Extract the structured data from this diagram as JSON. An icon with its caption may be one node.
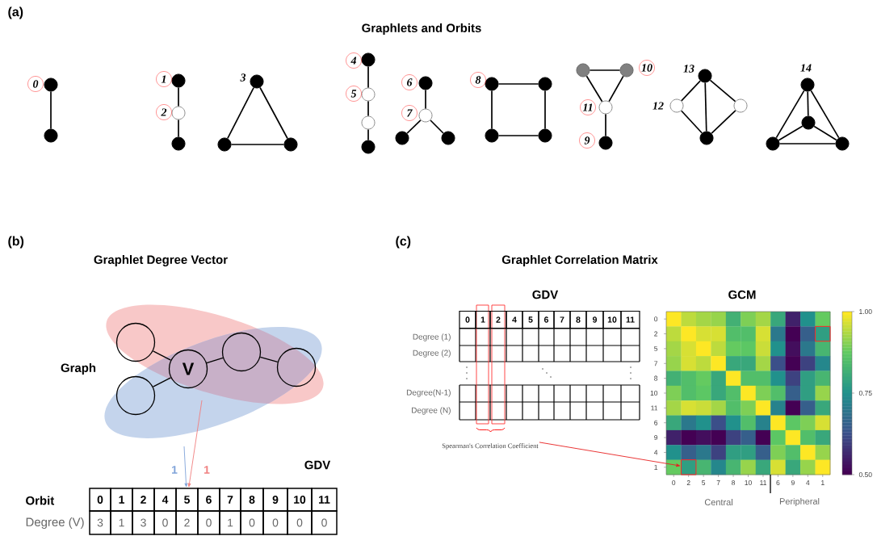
{
  "diagram": {
    "nodes": [
      {
        "text": [],
        "shape": "circle",
        "beside": [
          "0"
        ]
      },
      {
        "text": [],
        "shape": "circle"
      },
      {
        "text": [],
        "shape": "circle",
        "beside": [
          "1"
        ]
      },
      {
        "text": [],
        "shape": "circle",
        "beside": [
          "2"
        ]
      },
      {
        "text": [],
        "shape": "circle"
      },
      {
        "text": [],
        "shape": "circle",
        "beside": [
          "3"
        ]
      },
      {
        "text": [],
        "shape": "circle"
      },
      {
        "text": [],
        "shape": "circle"
      },
      {
        "text": [],
        "shape": "circle",
        "beside": [
          "4"
        ]
      },
      {
        "text": [],
        "shape": "circle",
        "beside": [
          "5"
        ]
      },
      {
        "text": [],
        "shape": "circle"
      },
      {
        "text": [],
        "shape": "circle"
      },
      {
        "text": [],
        "shape": "circle",
        "beside": [
          "6"
        ]
      },
      {
        "text": [],
        "shape": "circle",
        "beside": [
          "7"
        ]
      },
      {
        "text": [],
        "shape": "circle"
      },
      {
        "text": [],
        "shape": "circle"
      },
      {
        "text": [],
        "shape": "circle",
        "beside": [
          "8"
        ]
      },
      {
        "text": [],
        "shape": "circle"
      },
      {
        "text": [],
        "shape": "circle"
      },
      {
        "text": [],
        "shape": "circle"
      },
      {
        "text": [],
        "shape": "circle"
      },
      {
        "text": [],
        "shape": "circle",
        "beside": [
          "10"
        ]
      },
      {
        "text": [],
        "shape": "circle",
        "beside": [
          "11"
        ]
      },
      {
        "text": [],
        "shape": "circle",
        "beside": [
          "9"
        ]
      },
      {
        "text": [],
        "shape": "circle",
        "beside": [
          "13"
        ]
      },
      {
        "text": [],
        "shape": "circle",
        "beside": [
          "12"
        ]
      },
      {
        "text": [],
        "shape": "circle"
      },
      {
        "text": [],
        "shape": "circle"
      },
      {
        "text": [],
        "shape": "circle",
        "beside": [
          "14"
        ]
      },
      {
        "text": [],
        "shape": "circle"
      },
      {
        "text": [],
        "shape": "circle"
      },
      {
        "text": [],
        "shape": "circle"
      },
      {
        "text": [],
        "shape": "circle"
      },
      {
        "text": [],
        "shape": "circle"
      },
      {
        "text": [
          "V"
        ]
      },
      {
        "text": [],
        "shape": "circle"
      },
      {
        "text": [],
        "shape": "circle"
      },
      {
        "text": [
          "5"
        ]
      },
      {
        "text": [
          "Spearman's Correlation Coefficient"
        ]
      },
      {
        "text": [],
        "shape": "box"
      },
      {
        "text": [],
        "shape": "box"
      }
    ],
    "edges": [
      {
        "from": 0,
        "to": 1,
        "arrow": "none"
      },
      {
        "from": 2,
        "to": 3,
        "arrow": "none"
      },
      {
        "from": 3,
        "to": 4,
        "arrow": "none"
      },
      {
        "from": 5,
        "to": 6,
        "arrow": "none"
      },
      {
        "from": 5,
        "to": 7,
        "arrow": "none"
      },
      {
        "from": 6,
        "to": 7,
        "arrow": "none"
      },
      {
        "from": 8,
        "to": 9,
        "arrow": "none"
      },
      {
        "from": 9,
        "to": 10,
        "arrow": "none"
      },
      {
        "from": 10,
        "to": 11,
        "arrow": "none"
      },
      {
        "from": 12,
        "to": 13,
        "arrow": "none"
      },
      {
        "from": 13,
        "to": 14,
        "arrow": "none"
      },
      {
        "from": 13,
        "to": 15,
        "arrow": "none"
      },
      {
        "from": 16,
        "to": 17,
        "arrow": "none"
      },
      {
        "from": 16,
        "to": 18,
        "arrow": "none"
      },
      {
        "from": 17,
        "to": 19,
        "arrow": "none"
      },
      {
        "from": 18,
        "to": 19,
        "arrow": "none"
      },
      {
        "from": 20,
        "to": 21,
        "arrow": "none"
      },
      {
        "from": 20,
        "to": 22,
        "arrow": "none"
      },
      {
        "from": 21,
        "to": 22,
        "arrow": "none"
      },
      {
        "from": 22,
        "to": 23,
        "arrow": "none"
      },
      {
        "from": 24,
        "to": 25,
        "arrow": "none"
      },
      {
        "from": 24,
        "to": 26,
        "arrow": "none"
      },
      {
        "from": 24,
        "to": 27,
        "arrow": "none"
      },
      {
        "from": 25,
        "to": 27,
        "arrow": "none"
      },
      {
        "from": 26,
        "to": 27,
        "arrow": "none"
      },
      {
        "from": 28,
        "to": 29,
        "arrow": "none"
      },
      {
        "from": 28,
        "to": 30,
        "arrow": "none"
      },
      {
        "from": 28,
        "to": 31,
        "arrow": "none"
      },
      {
        "from": 29,
        "to": 30,
        "arrow": "none"
      },
      {
        "from": 29,
        "to": 31,
        "arrow": "none"
      },
      {
        "from": 30,
        "to": 31,
        "arrow": "none"
      },
      {
        "from": 32,
        "to": 34,
        "arrow": "none"
      },
      {
        "from": 33,
        "to": 34,
        "arrow": "none"
      },
      {
        "from": 34,
        "to": 35,
        "arrow": "none"
      },
      {
        "from": 35,
        "to": 36,
        "arrow": "none"
      },
      {
        "from": null,
        "to": 37,
        "arrow": "to",
        "label": "1",
        "color": "#7fa3d9"
      },
      {
        "from": null,
        "to": 37,
        "arrow": "to",
        "label": "1",
        "color": "#f07f7f"
      },
      {
        "from": 38,
        "to": 39,
        "arrow": "to",
        "color": "#e82020"
      }
    ],
    "labels": [
      "(a)",
      "Graphlets and Orbits",
      "(b)",
      "Graphlet Degree Vector",
      "(c)",
      "Graphlet Correlation Matrix",
      "Graph",
      "GDV",
      "GCM",
      "0",
      "1",
      "2",
      "4",
      "5",
      "6",
      "7",
      "8",
      "9",
      "10",
      "11",
      "Degree (1)",
      "Degree (2)",
      "Degree(N-1)",
      "Degree (N)",
      "0",
      "2",
      "5",
      "7",
      "8",
      "10",
      "11",
      "6",
      "9",
      "4",
      "1",
      "1.00",
      "0.75",
      "0.50",
      "0",
      "2",
      "5",
      "7",
      "8",
      "10",
      "11",
      "6",
      "9",
      "4",
      "1",
      "Central",
      "Peripheral",
      "GDV",
      "Orbit",
      "0",
      "1",
      "2",
      "4",
      "6",
      "7",
      "8",
      "9",
      "10",
      "11",
      "Degree (V)",
      "3",
      "1",
      "3",
      "0",
      "2",
      "0",
      "1",
      "0",
      "0",
      "0",
      "0"
    ]
  }
}
